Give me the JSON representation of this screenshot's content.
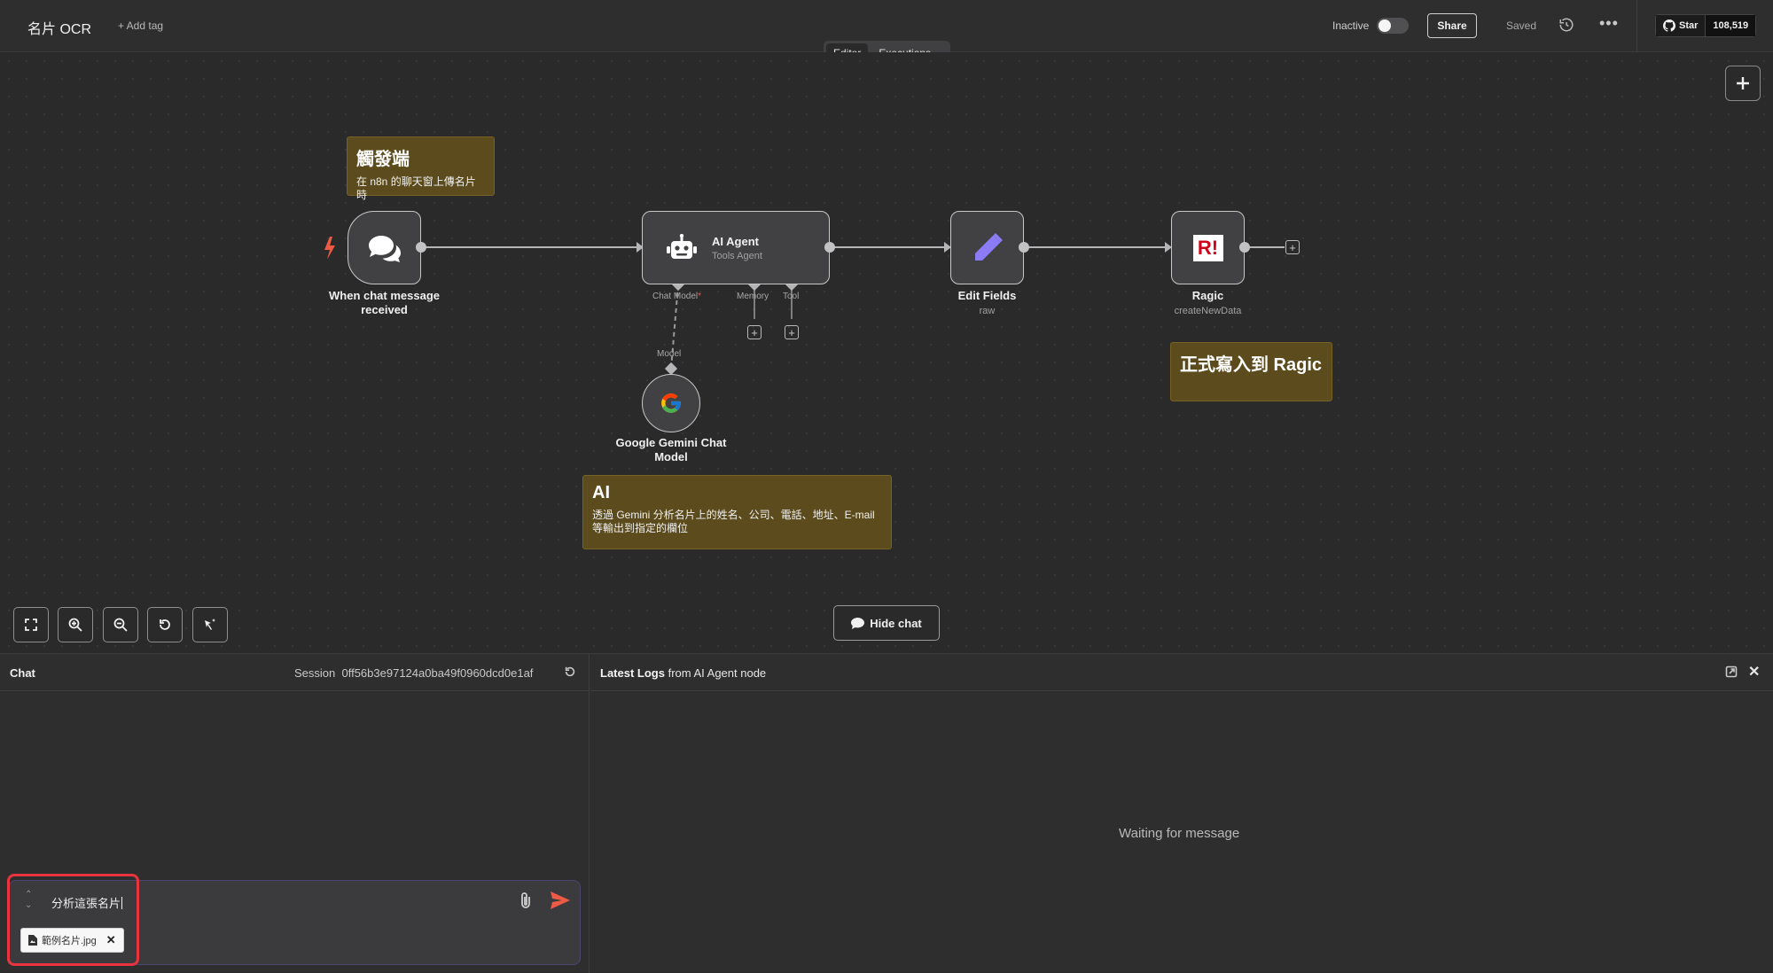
{
  "header": {
    "workflow_title": "名片 OCR",
    "add_tag": "+ Add tag",
    "active_state": "Inactive",
    "share": "Share",
    "save_state": "Saved",
    "more": "•••",
    "github_star": "Star",
    "github_count": "108,519"
  },
  "view_tabs": [
    {
      "label": "Editor",
      "active": true
    },
    {
      "label": "Executions",
      "active": false
    }
  ],
  "canvas": {
    "notes": [
      {
        "title": "觸發端",
        "body": "在 n8n 的聊天窗上傳名片時"
      },
      {
        "title": "正式寫入到 Ragic",
        "body": ""
      },
      {
        "title": "AI",
        "body": "透過 Gemini 分析名片上的姓名、公司、電話、地址、E-mail 等輸出到指定的欄位"
      }
    ],
    "nodes": {
      "trigger": {
        "label": "When chat message received"
      },
      "agent": {
        "title": "AI Agent",
        "subtitle": "Tools Agent",
        "conn_chat_model": "Chat Model",
        "required_mark": "*",
        "conn_memory": "Memory",
        "conn_tool": "Tool"
      },
      "gemini": {
        "label": "Google Gemini Chat Model",
        "conn_model": "Model"
      },
      "edit_fields": {
        "label": "Edit Fields",
        "subtitle": "raw"
      },
      "ragic": {
        "label": "Ragic",
        "subtitle": "createNewData",
        "logo": "R!"
      }
    },
    "hide_chat": "Hide chat"
  },
  "chat": {
    "title": "Chat",
    "session_label": "Session",
    "session_id": "0ff56b3e97124a0ba49f0960dcd0e1af",
    "input_value": "分析這張名片",
    "attachment_name": "範例名片.jpg"
  },
  "logs": {
    "title_bold": "Latest Logs",
    "title_rest": " from AI Agent node",
    "waiting": "Waiting for message"
  },
  "colors": {
    "canvas_bg": "#2a2a2b",
    "sticky_bg": "#5c4b1c",
    "accent_red": "#ee5a45",
    "edit_fields_purple": "#8b7cf6",
    "highlight_red": "#e9333f"
  }
}
